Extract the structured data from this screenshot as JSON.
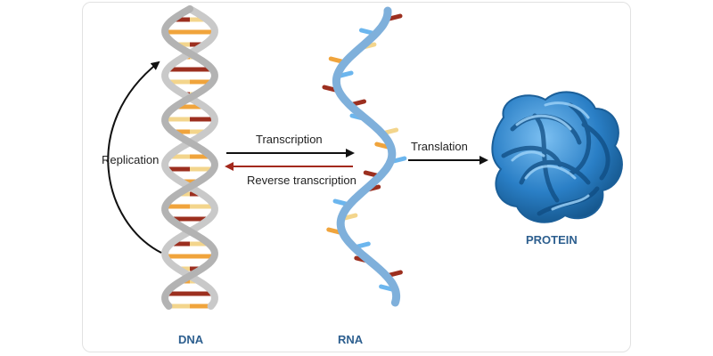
{
  "labels": {
    "replication": "Replication",
    "transcription": "Transcription",
    "reverse_transcription": "Reverse transcription",
    "translation": "Translation",
    "dna": "DNA",
    "rna": "RNA",
    "protein": "PROTEIN"
  },
  "colors": {
    "dna_backbone": "#c9c9c9",
    "rna_backbone": "#7fb0db",
    "protein": "#2a7fc6",
    "base_orange": "#f0a43c",
    "base_yellow": "#f3d58c",
    "base_red": "#9c2f1f",
    "base_blue": "#6cb6ee",
    "reverse_arrow": "#a3281c",
    "caption": "#2d5f8f"
  },
  "icons": {
    "dna": "dna-double-helix-icon",
    "rna": "rna-single-strand-icon",
    "protein": "protein-fold-icon"
  }
}
